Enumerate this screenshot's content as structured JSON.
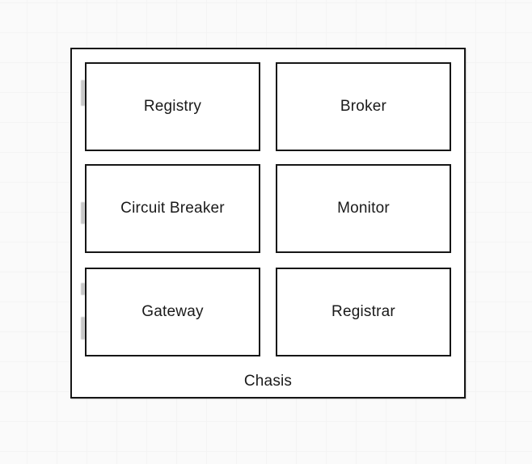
{
  "diagram": {
    "container": {
      "label": "Chasis"
    },
    "modules": [
      {
        "label": "Registry"
      },
      {
        "label": "Broker"
      },
      {
        "label": "Circuit Breaker"
      },
      {
        "label": "Monitor"
      },
      {
        "label": "Gateway"
      },
      {
        "label": "Registrar"
      }
    ],
    "colors": {
      "canvas_bg": "#fafafa",
      "grid_major": "#ececec",
      "grid_minor": "#f4f4f4",
      "box_border": "#161616",
      "box_fill": "#ffffff",
      "text": "#1a1a1a",
      "ghost_handle": "#c8c8c8"
    }
  }
}
